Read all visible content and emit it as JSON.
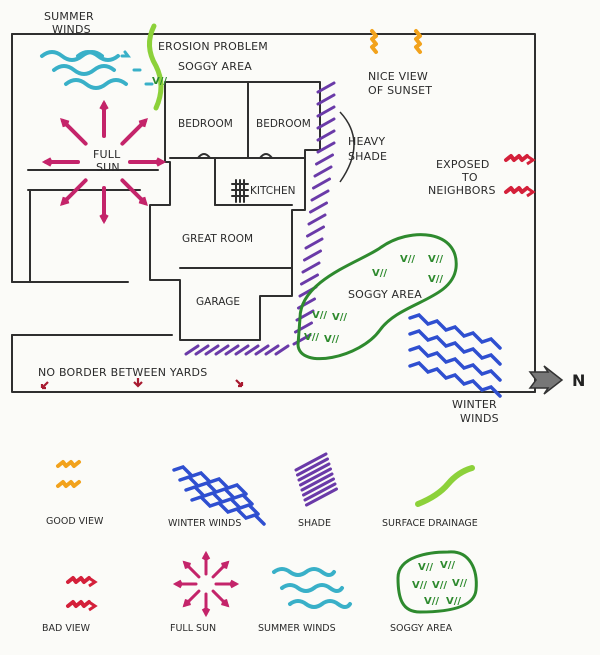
{
  "site_labels": {
    "summer_winds": [
      "SUMMER",
      "WINDS"
    ],
    "erosion_problem": "EROSION PROBLEM",
    "soggy_area_top": "SOGGY AREA",
    "nice_view": [
      "NICE VIEW",
      "OF SUNSET"
    ],
    "heavy_shade": [
      "HEAVY",
      "SHADE"
    ],
    "exposed": [
      "EXPOSED",
      "TO",
      "NEIGHBORS"
    ],
    "full_sun": [
      "FULL",
      "SUN"
    ],
    "soggy_area_main": "SOGGY AREA",
    "no_border": "NO BORDER BETWEEN YARDS",
    "winter_winds": [
      "WINTER",
      "WINDS"
    ],
    "north": "N"
  },
  "rooms": {
    "bedroom_left": "BEDROOM",
    "bedroom_right": "BEDROOM",
    "kitchen": "KITCHEN",
    "great_room": "GREAT ROOM",
    "garage": "GARAGE"
  },
  "legend": {
    "good_view": "GOOD VIEW",
    "winter_winds": "WINTER WINDS",
    "shade": "SHADE",
    "surface_drainage": "SURFACE DRAINAGE",
    "bad_view": "BAD VIEW",
    "full_sun": "FULL SUN",
    "summer_winds": "SUMMER WINDS",
    "soggy_area": "SOGGY AREA",
    "soggy_marks": [
      "V//",
      "V//",
      "V//",
      "V//",
      "V//",
      "V//",
      "V//"
    ]
  },
  "colors": {
    "good_view": "#f2a21c",
    "bad_view": "#d4203a",
    "winter_winds": "#2f4fd0",
    "summer_winds": "#39b0c8",
    "shade": "#6a3aa8",
    "full_sun": "#c4246a",
    "soggy": "#2e8a2e",
    "drainage": "#8cd13a",
    "north_arrow": "#777777"
  }
}
